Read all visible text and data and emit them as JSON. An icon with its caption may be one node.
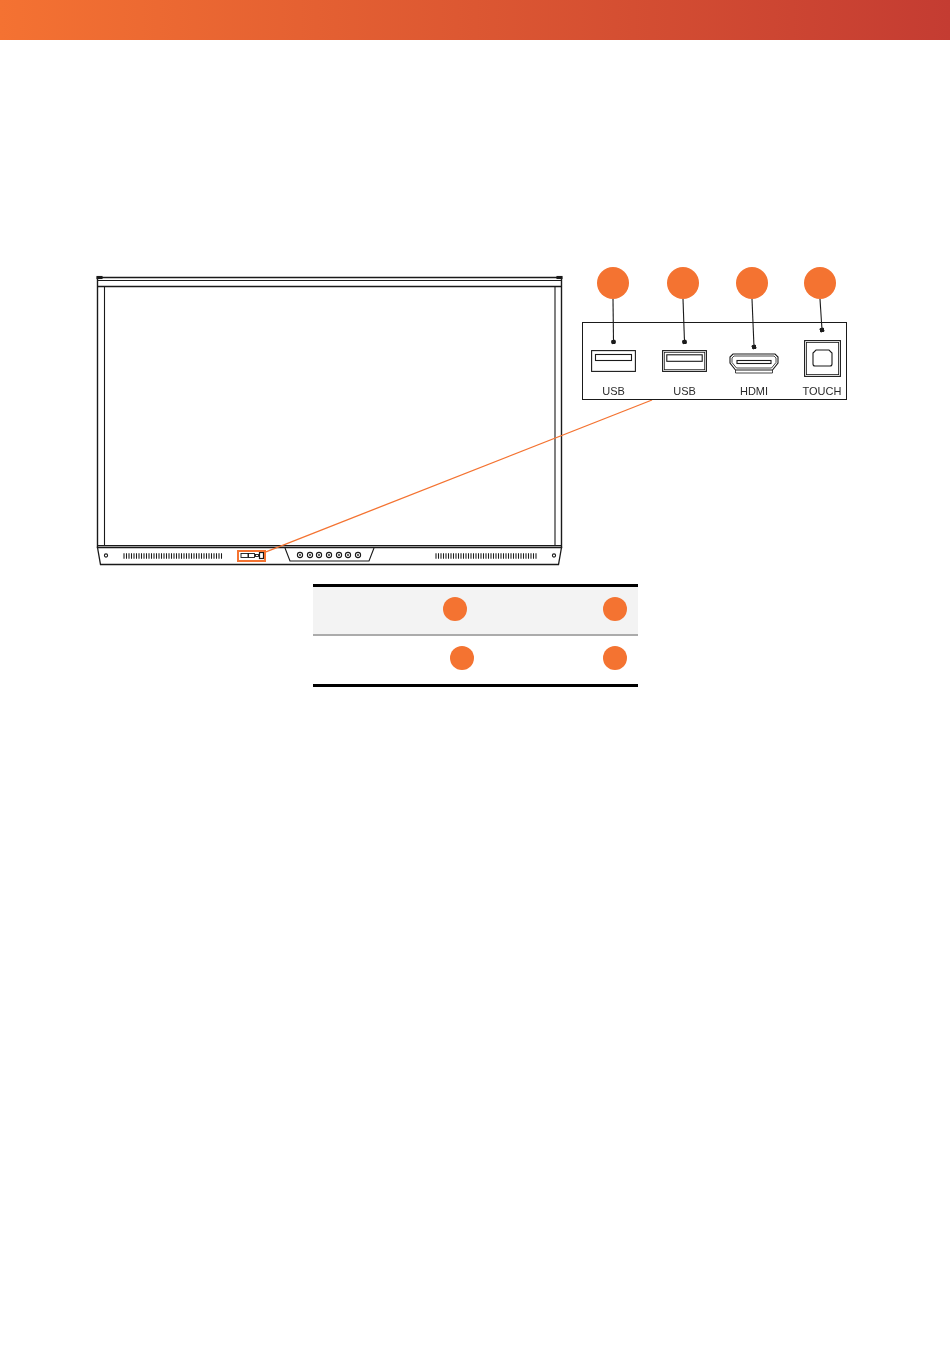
{
  "diagram": {
    "nodes": [
      {
        "text": [],
        "shape": "box"
      },
      {
        "text": [],
        "shape": "circle"
      },
      {
        "text": [],
        "shape": "circle"
      },
      {
        "text": [],
        "shape": "circle"
      },
      {
        "text": [],
        "shape": "circle"
      },
      {
        "text": [],
        "shape": "box"
      },
      {
        "text": [
          "USB"
        ],
        "in": 5
      },
      {
        "text": [
          "USB"
        ],
        "in": 5
      },
      {
        "text": [
          "HDMI"
        ],
        "in": 5
      },
      {
        "text": [
          "TOUCH"
        ],
        "in": 5
      },
      {
        "text": [],
        "shape": "circle"
      },
      {
        "text": [],
        "shape": "circle"
      },
      {
        "text": [],
        "shape": "circle"
      },
      {
        "text": [],
        "shape": "circle"
      }
    ],
    "edges": [
      {
        "from": 0,
        "to": 5,
        "arrow": "none",
        "color": "#f47331"
      },
      {
        "from": 1,
        "to": 6,
        "arrow": "other"
      },
      {
        "from": 2,
        "to": 7,
        "arrow": "other"
      },
      {
        "from": 3,
        "to": 8,
        "arrow": "other"
      },
      {
        "from": 4,
        "to": 9,
        "arrow": "other"
      }
    ]
  }
}
